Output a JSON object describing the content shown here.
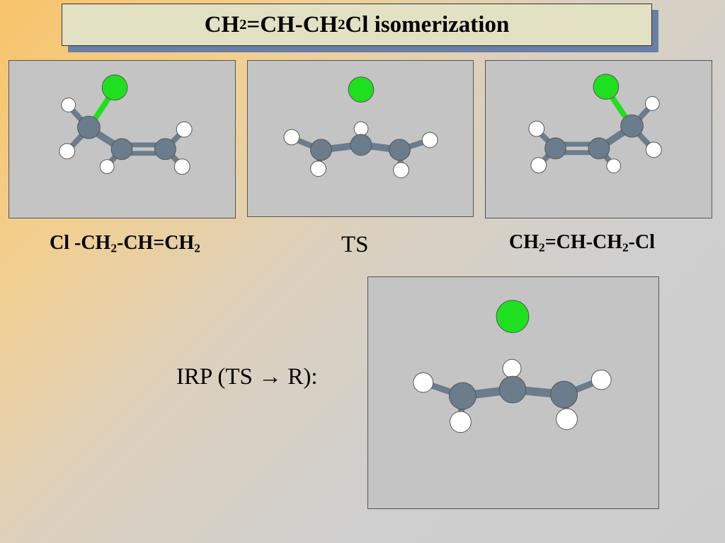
{
  "title": {
    "p1": "CH",
    "s1": "2",
    "p2": "=CH-CH",
    "s2": "2",
    "p3": "Cl isomerization"
  },
  "labels": {
    "reactant": {
      "a": "Cl -CH",
      "s1": "2",
      "b": "-CH=CH",
      "s2": "2"
    },
    "ts": "TS",
    "product": {
      "a": "CH",
      "s1": "2",
      "b": "=CH-CH",
      "s2": "2",
      "c": "-Cl"
    },
    "irp": {
      "a": "IRP (TS ",
      "arrow": "→",
      "b": " R):"
    }
  },
  "atom_colors": {
    "chlorine": "#1fe01f",
    "carbon": "#6b7d8c",
    "hydrogen": "#ffffff"
  }
}
